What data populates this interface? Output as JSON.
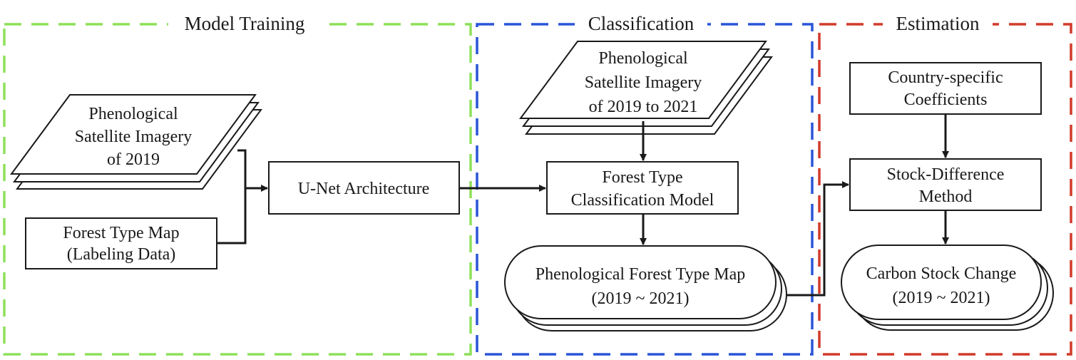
{
  "sections": {
    "model_training": "Model Training",
    "classification": "Classification",
    "estimation": "Estimation"
  },
  "nodes": {
    "imagery_2019": [
      "Phenological",
      "Satellite Imagery",
      "of 2019"
    ],
    "forest_type_map": [
      "Forest Type Map",
      "(Labeling Data)"
    ],
    "unet": "U-Net Architecture",
    "imagery_2019_2021": [
      "Phenological",
      "Satellite Imagery",
      "of 2019 to 2021"
    ],
    "classification_model": [
      "Forest Type",
      "Classification  Model"
    ],
    "phenological_map": [
      "Phenological  Forest Type Map",
      "(2019 ~ 2021)"
    ],
    "coefficients": [
      "Country-specific",
      "Coefficients"
    ],
    "stock_difference": [
      "Stock-Difference",
      "Method"
    ],
    "carbon_change": [
      "Carbon Stock Change",
      "(2019 ~ 2021)"
    ]
  },
  "colors": {
    "model_training": "#8ee05a",
    "classification": "#2a55d8",
    "estimation": "#d23a2a",
    "stroke": "#1a1a1a"
  }
}
